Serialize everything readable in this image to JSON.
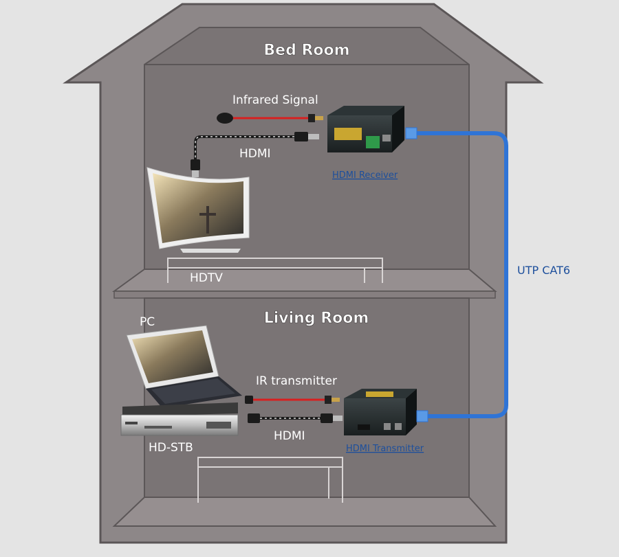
{
  "rooms": {
    "bedroom_title": "Bed Room",
    "livingroom_title": "Living Room"
  },
  "labels": {
    "infrared_signal": "Infrared Signal",
    "hdmi_bedroom": "HDMI",
    "hdmi_receiver": "HDMI Receiver",
    "hdtv": "HDTV",
    "utp_cat6": "UTP CAT6",
    "pc": "PC",
    "ir_transmitter": "IR transmitter",
    "hd_stb": "HD-STB",
    "hdmi_livingroom": "HDMI",
    "hdmi_transmitter": "HDMI Transmitter"
  },
  "colors": {
    "wall": "#8a8485",
    "room_interior": "#756f71",
    "cable_blue": "#2f74d6",
    "ir_cable": "#d81f1f",
    "label_blue": "#1d4f9c"
  },
  "icons": [
    "hdtv-icon",
    "laptop-icon",
    "settop-box-icon",
    "receiver-device-icon",
    "transmitter-device-icon",
    "ir-sensor-icon",
    "rj45-plug-icon",
    "hdmi-plug-icon"
  ]
}
